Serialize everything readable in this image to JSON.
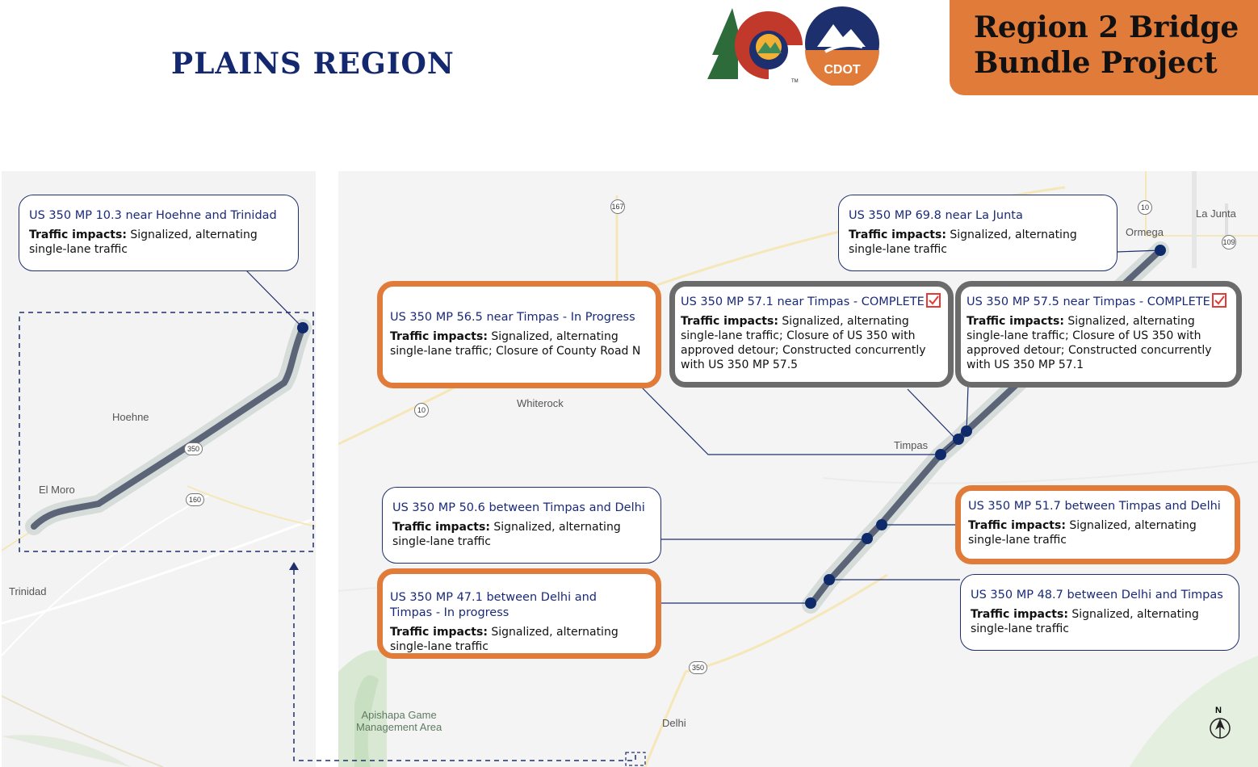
{
  "header": {
    "region_title": "PLAINS REGION",
    "project_title_line1": "Region 2 Bridge",
    "project_title_line2": "Bundle Project",
    "logo_text": "CDOT",
    "logo_tm": "TM"
  },
  "colors": {
    "navy": "#13286e",
    "orange": "#e07b39",
    "gray_border": "#6b6b6b",
    "route": "#5b6577",
    "marker": "#0f2a6b",
    "check_red": "#e53935"
  },
  "traffic_label": "Traffic impacts:",
  "callouts": {
    "mp103": {
      "title": "US 350 MP 10.3 near Hoehne and Trinidad",
      "impacts": "Signalized, alternating single-lane traffic"
    },
    "mp698": {
      "title": "US 350 MP 69.8 near La Junta",
      "impacts": "Signalized, alternating single-lane traffic"
    },
    "mp565": {
      "title": "US 350 MP 56.5 near Timpas - In Progress",
      "impacts": "Signalized, alternating single-lane traffic; Closure of County Road N"
    },
    "mp571": {
      "title": "US 350 MP 57.1 near Timpas - COMPLETE",
      "impacts": "Signalized, alternating single-lane traffic; Closure of US 350 with approved detour;  Constructed concurrently with US 350 MP 57.5"
    },
    "mp575": {
      "title": "US 350 MP 57.5 near Timpas - COMPLETE",
      "impacts": "Signalized, alternating single-lane traffic; Closure of US 350 with approved detour; Constructed concurrently with US 350 MP  57.1"
    },
    "mp506": {
      "title": "US 350 MP 50.6 between Timpas and Delhi",
      "impacts": "Signalized, alternating single-lane traffic"
    },
    "mp517": {
      "title": "US 350 MP 51.7 between Timpas and Delhi",
      "impacts": "Signalized, alternating single-lane traffic"
    },
    "mp471": {
      "title_line1": "US 350 MP 47.1 between Delhi and",
      "title_line2": "Timpas - In progress",
      "impacts": "Signalized, alternating single-lane traffic"
    },
    "mp487": {
      "title": "US 350 MP 48.7 between Delhi and Timpas",
      "impacts": "Signalized, alternating single-lane traffic"
    }
  },
  "map_labels": {
    "hoehne": "Hoehne",
    "el_moro": "El Moro",
    "trinidad": "Trinidad",
    "whiterock": "Whiterock",
    "timpas": "Timpas",
    "la_junta": "La Junta",
    "ormega": "Ormega",
    "delhi": "Delhi",
    "apishapa_line1": "Apishapa Game",
    "apishapa_line2": "Management Area",
    "north": "N"
  },
  "shields": {
    "us350_left": "350",
    "us160": "160",
    "co167": "167",
    "co10_main": "10",
    "co10_top": "10",
    "co109": "109",
    "us350_main": "350"
  }
}
